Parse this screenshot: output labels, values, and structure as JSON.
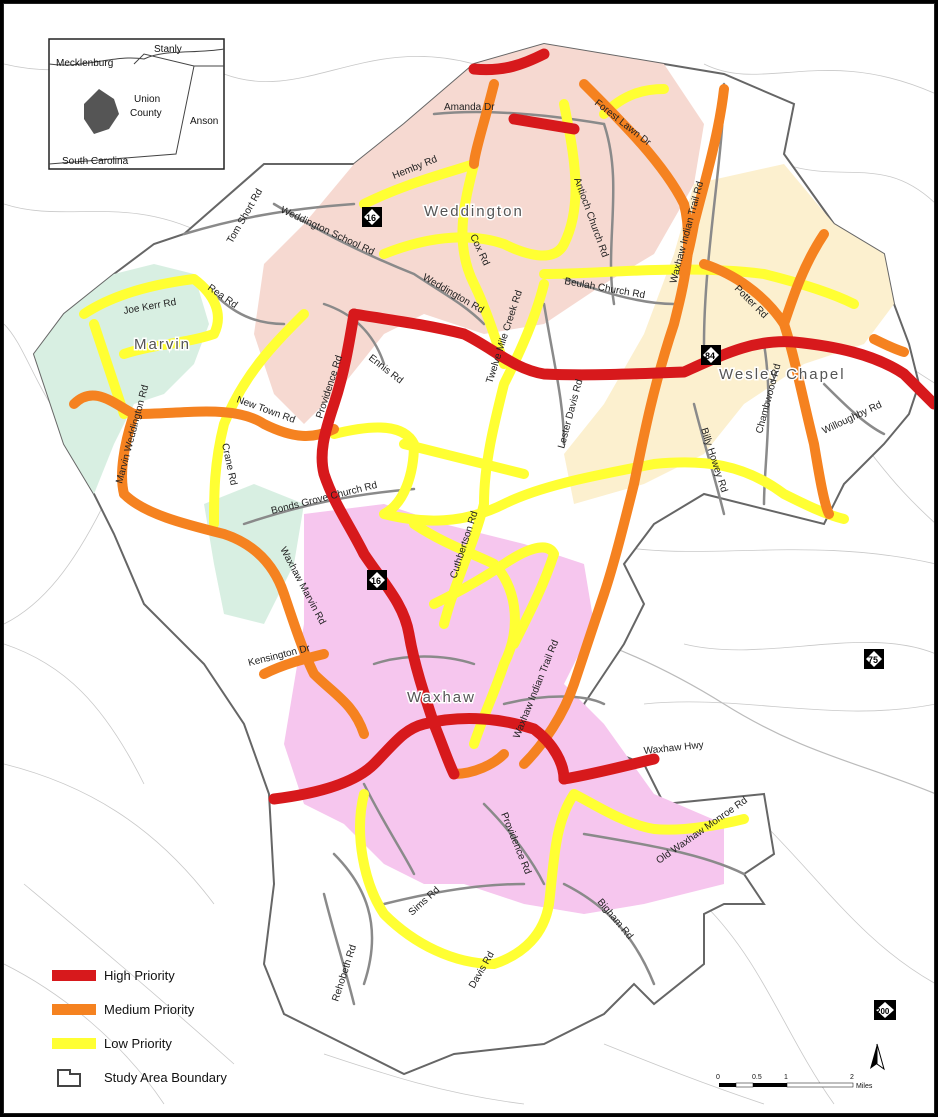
{
  "colors": {
    "high": "#d7191c",
    "medium": "#f58220",
    "low": "#ffff33",
    "boundary": "#555555",
    "marvin_area": "#d8efe2",
    "weddington_area": "#f6d9d1",
    "wesley_chapel_area": "#fcf0cf",
    "waxhaw_area": "#f6c6ee"
  },
  "inset": {
    "labels": [
      "Mecklenburg",
      "Stanly",
      "Union",
      "County",
      "Anson",
      "South Carolina"
    ]
  },
  "towns": {
    "weddington": "Weddington",
    "marvin": "Marvin",
    "wesley_chapel": "Wesley Chapel",
    "waxhaw": "Waxhaw"
  },
  "roads": {
    "amanda_dr": "Amanda Dr",
    "forest_lawn_dr": "Forest Lawn Dr",
    "hemby_rd": "Hemby Rd",
    "tom_short_rd": "Tom Short Rd",
    "weddington_school_rd": "Weddington School Rd",
    "antioch_church_rd": "Antioch Church Rd",
    "waxhaw_indian_trail_rd_north": "Waxhaw Indian Trail Rd",
    "cox_rd": "Cox Rd",
    "weddington_rd": "Weddington Rd",
    "beulah_church_rd": "Beulah Church Rd",
    "potter_rd": "Potter Rd",
    "rea_rd": "Rea Rd",
    "joe_kerr_rd": "Joe Kerr Rd",
    "providence_rd": "Providence Rd",
    "twelve_mile_creek_rd": "Twelve Mile Creek Rd",
    "ennis_rd": "Ennis Rd",
    "lester_davis_rd": "Lester Davis Rd",
    "marvin_weddington_rd": "Marvin Weddington Rd",
    "new_town_rd": "New Town Rd",
    "chambwood_rd": "Chambwood Rd",
    "willoughby_rd": "Willoughby Rd",
    "billy_howey_rd": "Billy Howey Rd",
    "crane_rd": "Crane Rd",
    "bonds_grove_church_rd": "Bonds Grove Church Rd",
    "cuthbertson_rd": "Cuthbertson Rd",
    "waxhaw_marvin_rd": "Waxhaw Marvin Rd",
    "waxhaw_indian_trail_rd_south": "Waxhaw Indian Trail Rd",
    "kensington_dr": "Kensington Dr",
    "waxhaw_hwy": "Waxhaw Hwy",
    "old_waxhaw_monroe_rd": "Old Waxhaw Monroe Rd",
    "providence_rd_south": "Providence Rd",
    "sims_rd": "Sims Rd",
    "bigham_rd": "Bigham Rd",
    "rehobeth_rd": "Rehobeth Rd",
    "davis_rd": "Davis Rd"
  },
  "shields": {
    "nc16_north": "16",
    "nc84": "84",
    "nc16_south": "16",
    "nc75": "75",
    "nc200": "200"
  },
  "legend": {
    "high": "High Priority",
    "medium": "Medium Priority",
    "low": "Low Priority",
    "boundary": "Study Area Boundary"
  },
  "scale": {
    "ticks": [
      "0",
      "0.5",
      "1",
      "2"
    ],
    "unit": "Miles"
  }
}
